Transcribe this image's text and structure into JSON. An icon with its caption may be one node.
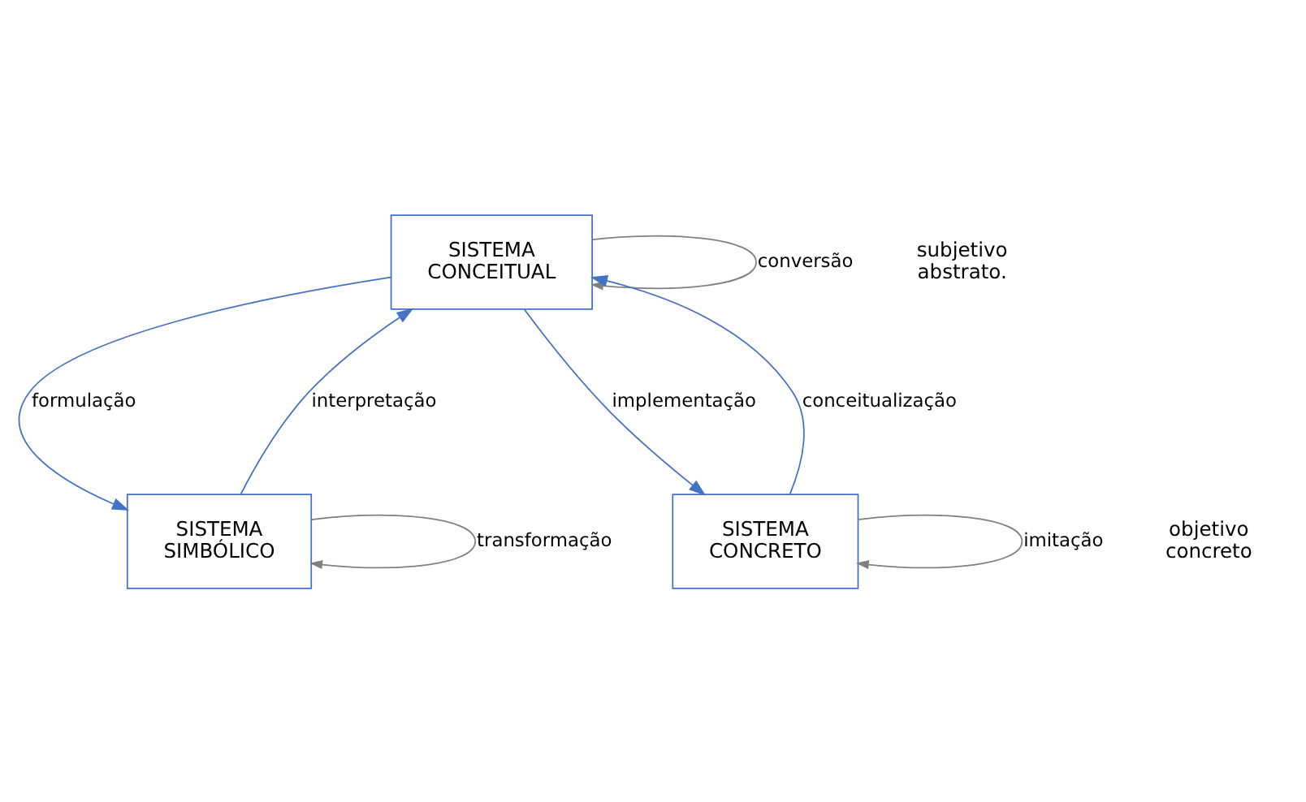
{
  "diagram": {
    "nodes": [
      {
        "text": [
          "SISTEMA CONCEITUAL"
        ]
      },
      {
        "text": [
          "SISTEMA SIMBÓLICO"
        ]
      },
      {
        "text": [
          "SISTEMA CONCRETO"
        ]
      }
    ],
    "edges": [
      {
        "from": 0,
        "to": 0,
        "arrow": "to",
        "label": "conversão",
        "color": "#808080"
      },
      {
        "from": 0,
        "to": 1,
        "arrow": "to",
        "label": "formulação"
      },
      {
        "from": 1,
        "to": 0,
        "arrow": "to",
        "label": "interpretação"
      },
      {
        "from": 0,
        "to": 2,
        "arrow": "to",
        "label": "implementação"
      },
      {
        "from": 2,
        "to": 0,
        "arrow": "to",
        "label": "conceitualização"
      },
      {
        "from": 1,
        "to": 1,
        "arrow": "to",
        "label": "transformação",
        "color": "#808080"
      },
      {
        "from": 2,
        "to": 2,
        "arrow": "to",
        "label": "imitação",
        "color": "#808080"
      }
    ],
    "labels": [
      "subjetivo abstrato.",
      "objetivo concreto"
    ]
  }
}
